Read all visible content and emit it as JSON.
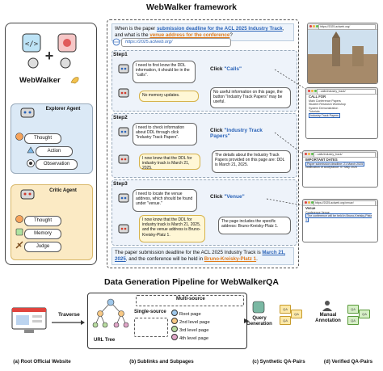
{
  "framework_title": "WebWalker framework",
  "webwalker_label": "WebWalker",
  "explorer_agent": {
    "title": "Explorer Agent",
    "items": [
      "Thought",
      "Action",
      "Observation"
    ]
  },
  "critic_agent": {
    "title": "Critic Agent",
    "items": [
      "Thought",
      "Memory",
      "Judge"
    ]
  },
  "question": {
    "prefix": "When is the paper ",
    "highlight1": "submission deadline for the ACL 2025 Industry Track",
    "middle": ", and what is the ",
    "highlight2": "venue address for the conference",
    "suffix": "?"
  },
  "url": "https://2025.aclweb.org/",
  "steps": [
    {
      "label": "Step1",
      "explorer_thought": "I need to first know the DDL information, it should be in the \"calls\".",
      "click_prefix": "Click ",
      "click_target": "\"Calls\"",
      "memory": "No memory updates.",
      "critic_note": "No useful information on this page, the button \"Industry Track Papers\" may be useful."
    },
    {
      "label": "Step2",
      "explorer_thought": "I need to check information about DDL through click \"Industry Track Papers\".",
      "click_prefix": "Click ",
      "click_target": "\"Industry Track Papers\"",
      "memory": "I now know that the DDL for industry track is March 21, 2025.",
      "critic_note": "The details about the Industry Track Papers provided on this page are: DDL is March 21, 2025."
    },
    {
      "label": "Step3",
      "explorer_thought": "I need to locate the venue address, which should be found under \"venue.\"",
      "click_prefix": "Click ",
      "click_target": "\"Venue\"",
      "memory": "I now know that the DDL for industry track is March 21, 2025, and the venue address is Bruno-Kreisky-Platz 1.",
      "critic_note": "The page includes the specific address: Bruno-Kreisky-Platz 1."
    }
  ],
  "answer": {
    "prefix": "The paper submission deadline for the ACL 2025 Industry Track is ",
    "date": "March 21, 2025",
    "middle": ", and the conference will be held in ",
    "venue": "Bruno-Kreisky-Platz 1",
    "suffix": "."
  },
  "browsers": [
    {
      "url": "https://2025.aclweb.org/",
      "lines": []
    },
    {
      "url": "...calls/industry_track/",
      "lines": [
        "CALL FOR",
        "Main Conference Papers",
        "Student Research Workshop",
        "System Demonstration",
        "Tutorials",
        "Industry Track Papers"
      ]
    },
    {
      "url": "...calls/industry_track/",
      "lines": [
        "IMPORTANT DATES",
        "Paper submission deadline: 21 March 2025",
        "Notification of acceptance: 07 May 2025"
      ]
    },
    {
      "url": "https://2025.aclweb.org/venue/",
      "lines": [
        "Venue",
        "Conference Venue",
        "The conference will be held in Bruno-Kreisky-Platz 1"
      ]
    }
  ],
  "pipeline": {
    "title": "Data Generation Pipeline for WebWalkerQA",
    "traverse": "Traverse",
    "multi_source": "Multi-source",
    "single_source": "Single-source",
    "url_tree": "URL Tree",
    "legend": [
      "Root page",
      "2nd level page",
      "3rd level page",
      "4th level page"
    ],
    "query_generation": "Query Generation",
    "manual_annotation": "Manual Annotation",
    "captions": [
      "(a) Root Official Website",
      "(b) Sublinks and Subpages",
      "(c) Synthetic QA-Pairs",
      "(d) Verified QA-Pairs"
    ],
    "qa_labels": [
      "QA",
      "QA",
      "QA",
      "QA",
      "QA",
      "QA"
    ]
  },
  "colors": {
    "highlight_blue": "#2a63b8",
    "highlight_orange": "#e07a1a",
    "explorer_bg": "#dbe9f6",
    "critic_bg": "#fbeac4",
    "root_page": "#9fc7ea",
    "level2": "#f7c884",
    "level3": "#b8dca0",
    "level4": "#e0a5c8"
  }
}
